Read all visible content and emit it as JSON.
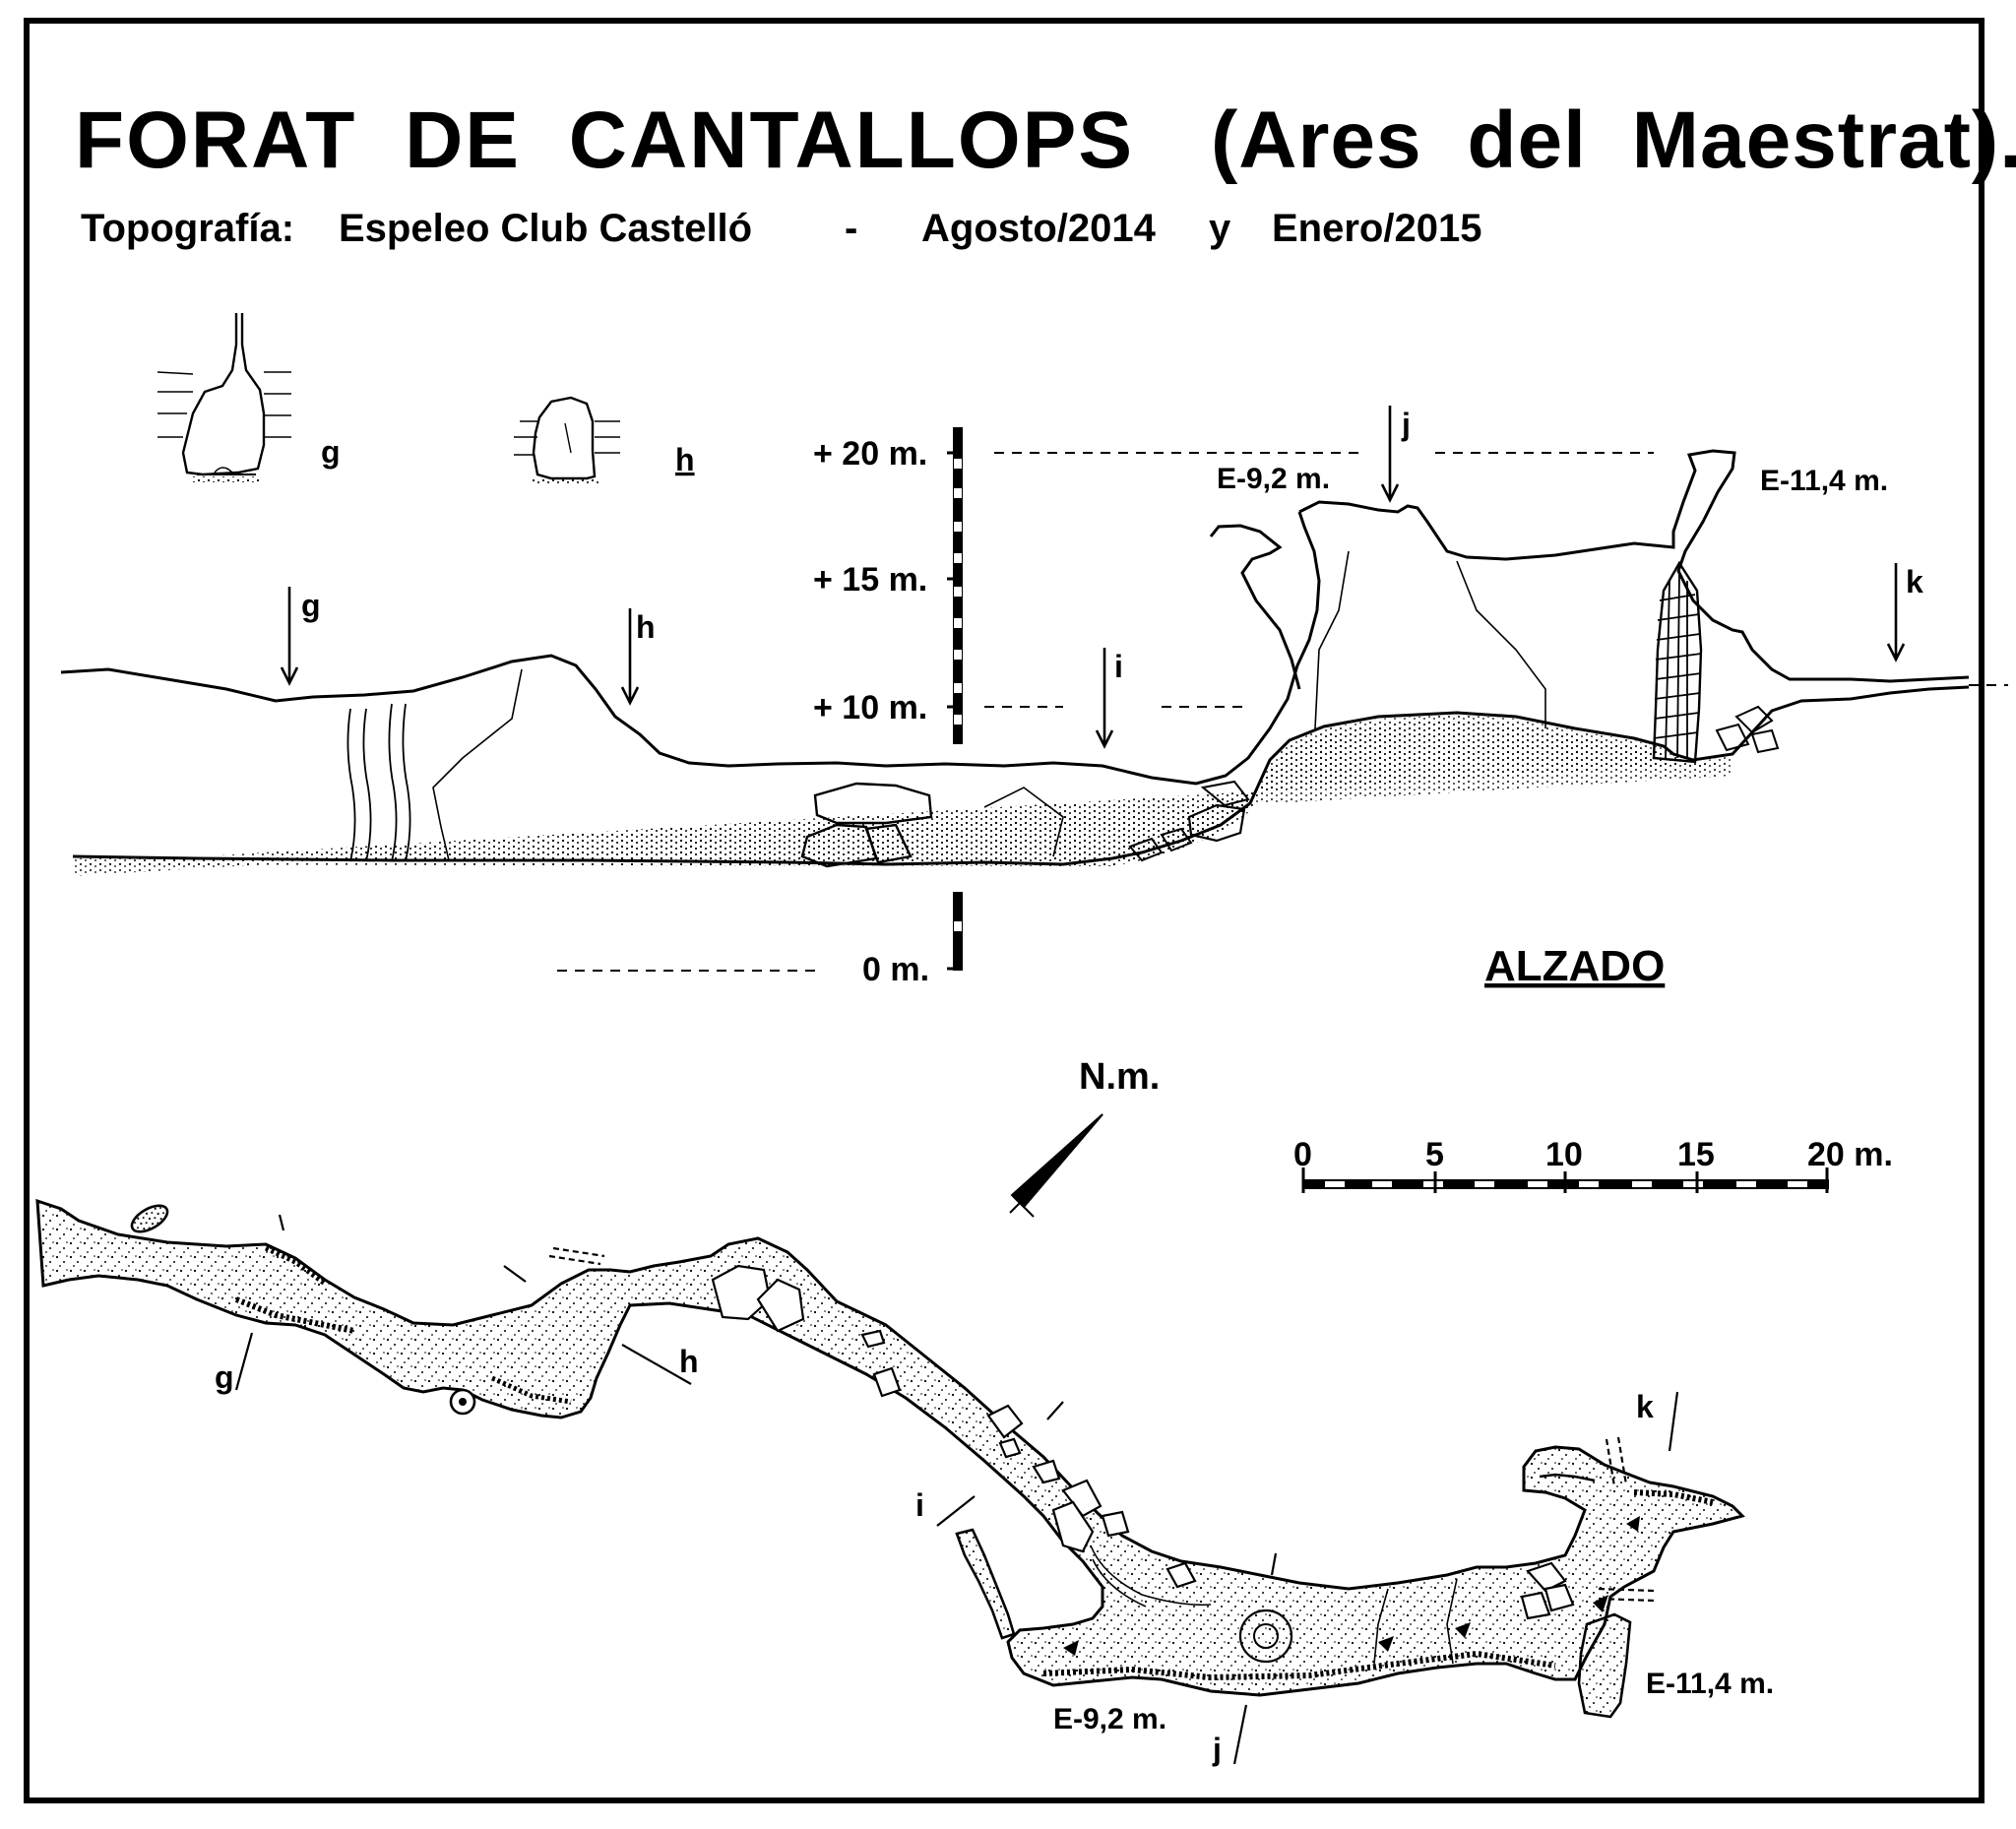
{
  "title": "FORAT  DE  CANTALLOPS",
  "location": "(Ares  del  Maestrat).",
  "subtitle": {
    "label": "Topografía:",
    "author": "Espeleo Club Castelló",
    "dash": "-",
    "date1": "Agosto/2014",
    "conj": "y",
    "date2": "Enero/2015"
  },
  "elevation": {
    "title": "ALZADO",
    "scale_labels": [
      "+ 20 m.",
      "+ 15 m.",
      "+ 10 m.",
      "0 m."
    ],
    "section_markers": [
      "g",
      "h",
      "i",
      "j",
      "k"
    ],
    "station_left": "E-9,2 m.",
    "station_right": "E-11,4 m.",
    "cross_sections": [
      "g",
      "h"
    ]
  },
  "plan": {
    "north_label": "N.m.",
    "scale_ticks": [
      "0",
      "5",
      "10",
      "15",
      "20 m."
    ],
    "section_markers": [
      "g",
      "h",
      "i",
      "j",
      "k"
    ],
    "station_left": "E-9,2 m.",
    "station_right": "E-11,4 m."
  }
}
